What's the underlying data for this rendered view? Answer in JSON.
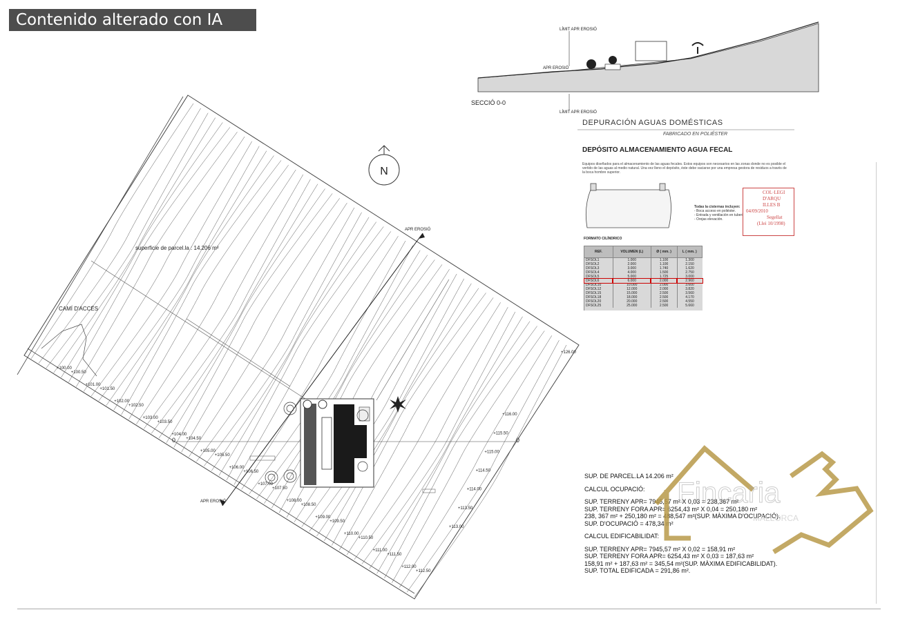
{
  "banner": {
    "text": "Contenido alterado con IA"
  },
  "plan": {
    "north_label": "N",
    "parcel_label": "superficie de parcel.la : 14.206 m²",
    "access_label": "CAMÍ D'ACCÉS",
    "apr_erosio_top": "APR EROSIÓ",
    "apr_erosio_bottom": "APR EROSIÓ",
    "section_mark_left": "0",
    "section_mark_right": "0",
    "spot_levels": [
      "+100.00",
      "+100.50",
      "+101.00",
      "+101.50",
      "+102.00",
      "+102.50",
      "+103.00",
      "+103.50",
      "+104.00",
      "+104.50",
      "+105.00",
      "+105.50",
      "+106.00",
      "+106.50",
      "+107.00",
      "+107.50",
      "+108.00",
      "+108.50",
      "+109.00",
      "+109.50",
      "+110.00",
      "+110.50",
      "+111.00",
      "+111.50",
      "+112.00",
      "+112.50",
      "+113.00",
      "+113.50",
      "+114.00",
      "+114.50",
      "+115.00",
      "+115.50",
      "+116.00",
      "+126.00"
    ]
  },
  "section": {
    "title": "SECCIÓ 0-0",
    "label_top": "LÍMIT APR EROSIÓ",
    "label_mid": "APR EROSIÓ",
    "label_bottom": "LÍMIT APR EROSIÓ"
  },
  "depuracion": {
    "title": "DEPURACIÓN AGUAS DOMÉSTICAS",
    "subtitle": "FABRICADO EN POLIÉSTER",
    "heading": "DEPÓSITO ALMACENAMIENTO AGUA FECAL",
    "description": "Equipos diseñados para el almacenamiento de las aguas fecales. Estos equipos son necesarios en las zonas donde no es posible el vertido de las aguas al medio natural. Una vez lleno el depósito, éste debe vaciarse por una empresa gestora de residuos a través de la boca hombre superior.",
    "notes_title": "Todas la cisternas incluyen:",
    "notes": [
      "- Boca acceso en poliéster.",
      "- Entrada y ventilación en tubería de PVC.",
      "- Orejas elevación."
    ],
    "format_label": "FORMATO CILÍNDRICO",
    "table": {
      "headers": [
        "REF.",
        "VOLUMEN (L)",
        "Ø ( mm. )",
        "L ( mm. )"
      ],
      "rows": [
        [
          "DFSOL1",
          "1.000",
          "1.100",
          "1.300"
        ],
        [
          "DFSOL2",
          "2.000",
          "1.100",
          "2.150"
        ],
        [
          "DFSOL3",
          "3.000",
          "1.740",
          "1.620"
        ],
        [
          "DFSOL4",
          "4.000",
          "1.500",
          "2.750"
        ],
        [
          "DFSOL5",
          "5.000",
          "1.725",
          "3.000"
        ],
        [
          "DFSOL6",
          "6.000",
          "2.000",
          "2.960"
        ],
        [
          "DFSOL10",
          "10.000",
          "2.000",
          "3.600"
        ],
        [
          "DFSOL12",
          "12.000",
          "2.000",
          "3.820"
        ],
        [
          "DFSOL15",
          "15.000",
          "2.500",
          "3.560"
        ],
        [
          "DFSOL18",
          "18.000",
          "2.500",
          "4.170"
        ],
        [
          "DFSOL20",
          "20.000",
          "2.500",
          "4.550"
        ],
        [
          "DFSOL25",
          "25.000",
          "2.500",
          "5.660"
        ]
      ],
      "highlight_row": 5
    }
  },
  "stamp": {
    "lines": [
      "COL·LEGI",
      "D'ARQU",
      "ILLES B",
      "04/09/2010",
      "Segellat",
      "(Llei 10/1998)"
    ]
  },
  "calc": {
    "lines_1": [
      "SUP. DE PARCEL.LA 14.206 m²"
    ],
    "lines_2": [
      "CALCUL OCUPACIÓ:"
    ],
    "lines_3": [
      "SUP. TERRENY APR= 7945,57 m² X 0,03 = 238,367 m²",
      "SUP. TERRENY FORA APR= 6254,43 m² X 0,04 = 250,180 m²",
      "238, 367 m² + 250,180 m² = 488,547 m²(SUP. MÀXIMA D'OCUPACIÓ).",
      "SUP. D'OCUPACIÓ = 478,34 m²"
    ],
    "lines_4": [
      "CALCUL EDIFICABILIDAT:"
    ],
    "lines_5": [
      "SUP. TERRENY APR= 7945,57 m² X 0,02 = 158,91 m²",
      "SUP. TERRENY FORA APR= 6254,43 m² X 0,03 = 187,63 m²",
      "158,91 m² + 187,63 m² = 345,54 m²(SUP. MÀXIMA EDIFICABILIDAT).",
      "SUP. TOTAL EDIFICADA = 291,86 m²."
    ]
  },
  "logo_watermark": {
    "brand": "Fincaria",
    "tag": "MALLORCA"
  },
  "colors": {
    "stamp": "#cc4444",
    "logo": "#b89a4a",
    "table_bg": "#d9d9d9"
  }
}
